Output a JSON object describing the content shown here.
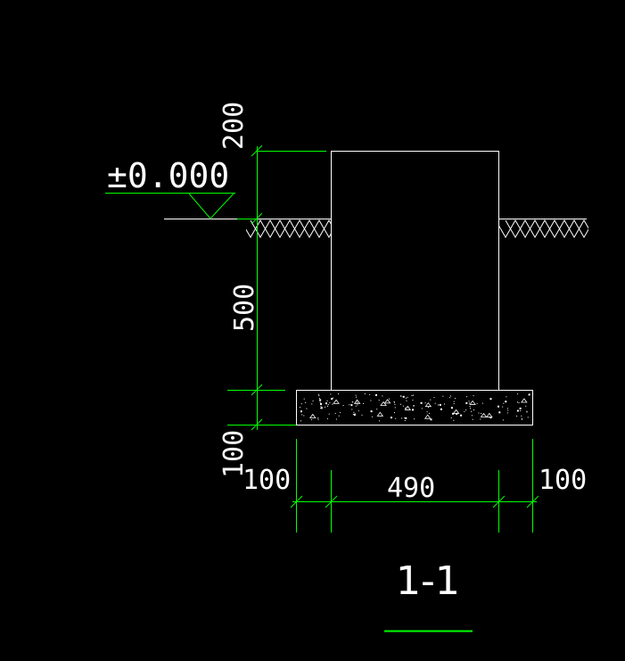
{
  "section": {
    "title": "1-1",
    "elevation_label": "±0.000"
  },
  "dimensions": {
    "height_above_grade": "200",
    "wall_below_grade": "500",
    "footing_thickness": "100",
    "left_offset": "100",
    "wall_width": "490",
    "right_offset": "100"
  },
  "colors": {
    "background": "#000000",
    "outline": "#ffffff",
    "dimension_lines": "#00ff00"
  }
}
